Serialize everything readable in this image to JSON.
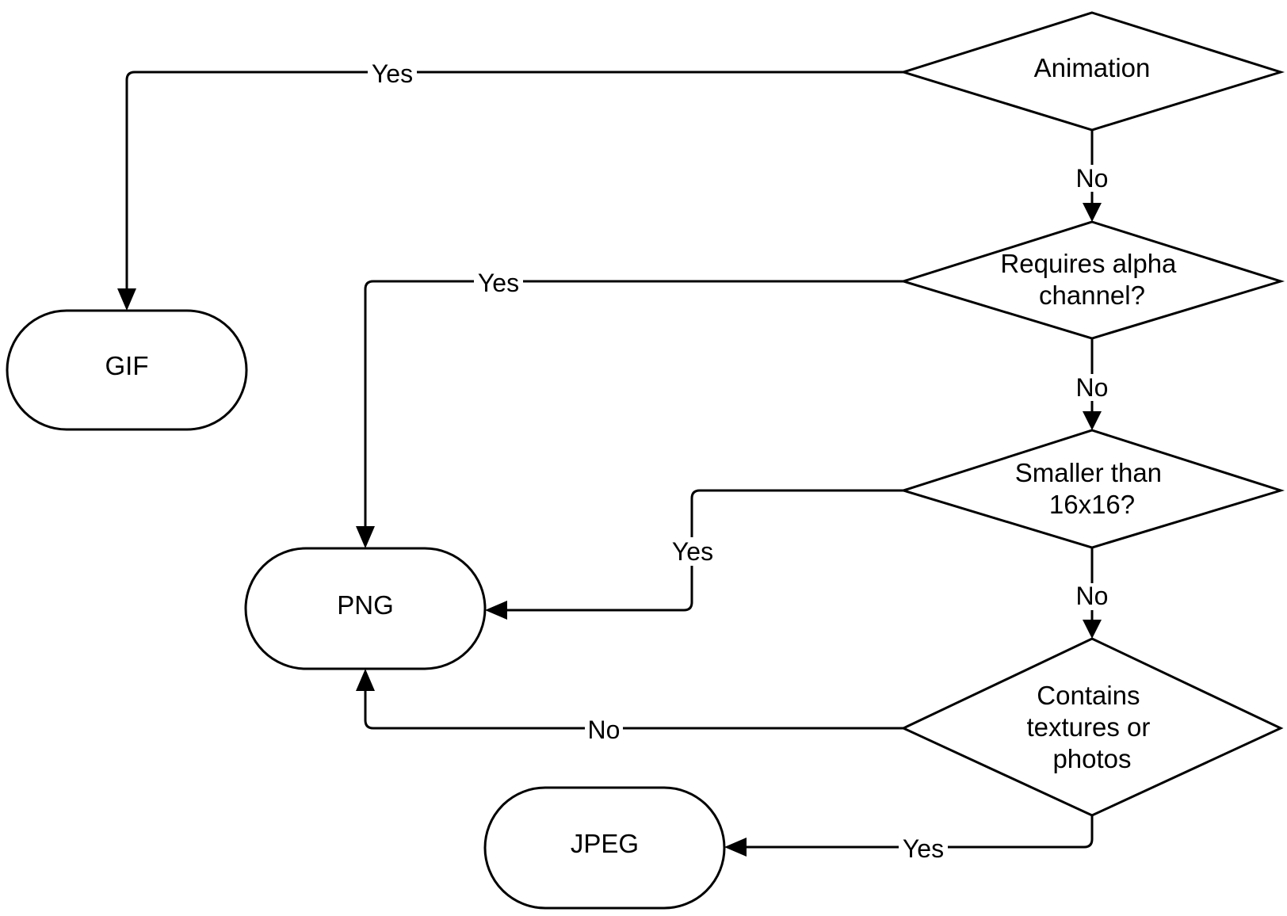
{
  "nodes": {
    "animation": [
      "Animation"
    ],
    "alpha": [
      "Requires alpha",
      "channel?"
    ],
    "smaller": [
      "Smaller than",
      "16x16?"
    ],
    "contains": [
      "Contains",
      "textures or",
      "photos"
    ],
    "gif": [
      "GIF"
    ],
    "png": [
      "PNG"
    ],
    "jpeg": [
      "JPEG"
    ]
  },
  "edges": {
    "animation_gif": "Yes",
    "animation_alpha": "No",
    "alpha_png": "Yes",
    "alpha_smaller": "No",
    "smaller_png": "Yes",
    "smaller_contains": "No",
    "contains_png": "No",
    "contains_jpeg": "Yes"
  },
  "colors": {
    "stroke": "#000000",
    "fill": "#ffffff",
    "text": "#000000"
  }
}
